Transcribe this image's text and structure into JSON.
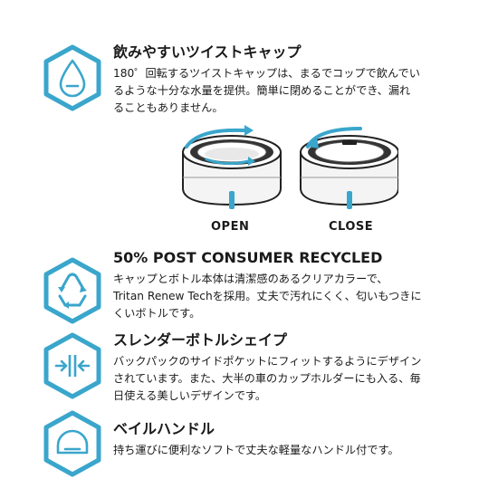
{
  "accent_color": "#3aa6cc",
  "features": [
    {
      "icon": "water-drop-icon",
      "title": "飲みやすいツイストキャップ",
      "lines": [
        "180゜回転するツイストキャップは、まるでコップで飲んでい",
        "るような十分な水量を提供。簡単に閉めることができ、漏れ",
        "ることもありません。"
      ]
    },
    {
      "icon": "recycle-icon",
      "title": "50% POST CONSUMER RECYCLED",
      "lines": [
        "キャップとボトル本体は清潔感のあるクリアカラーで、",
        "Tritan Renew Techを採用。丈夫で汚れにくく、匂いもつきに",
        "くいボトルです。"
      ]
    },
    {
      "icon": "slim-arrows-icon",
      "title": "スレンダーボトルシェイプ",
      "lines": [
        "バックパックのサイドポケットにフィットするようにデザイン",
        "されています。また、大半の車のカップホルダーにも入る、毎",
        "日使える美しいデザインです。"
      ]
    },
    {
      "icon": "bail-handle-icon",
      "title": "ベイルハンドル",
      "lines": [
        "持ち運びに便利なソフトで丈夫な軽量なハンドル付です。"
      ]
    }
  ],
  "cap_diagram": {
    "open_label": "OPEN",
    "close_label": "CLOSE"
  }
}
